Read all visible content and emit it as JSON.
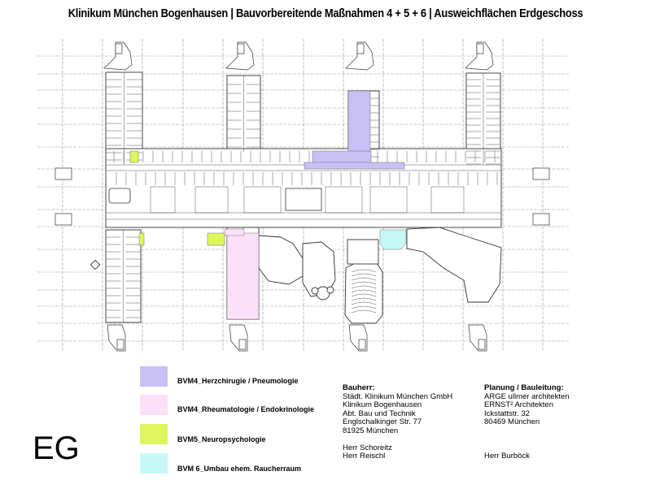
{
  "title": "Klinikum München Bogenhausen | Bauvorbereitende Maßnahmen 4 + 5 + 6 | Ausweichflächen Erdgeschoss",
  "floor_label": "EG",
  "legend": [
    {
      "label": "BVM4_Herzchirugie / Pneumologie",
      "color": "#c9c0f4"
    },
    {
      "label": "BVM4_Rheumatologie / Endokrinologie",
      "color": "#fbe0fa"
    },
    {
      "label": "BVM5_Neuropsychologie",
      "color": "#def55e"
    },
    {
      "label": "BVM 6_Umbau ehem. Raucherraum",
      "color": "#c6f8f8"
    }
  ],
  "client": {
    "heading": "Bauherr:",
    "lines": [
      "Städt. Klinikum München GmbH",
      "Klinikum Bogenhausen",
      "Abt. Bau und Technik",
      "Englschalkinger Str. 77",
      "81925 München"
    ],
    "contacts": [
      "Herr Schoreitz",
      "Herr Reischl"
    ]
  },
  "planning": {
    "heading": "Planung / Bauleitung:",
    "lines": [
      "ARGE ullmer architekten",
      "ERNST² Architekten",
      "Ickstattstr. 32",
      "80469 München"
    ],
    "contacts": [
      "Herr Burböck"
    ]
  }
}
